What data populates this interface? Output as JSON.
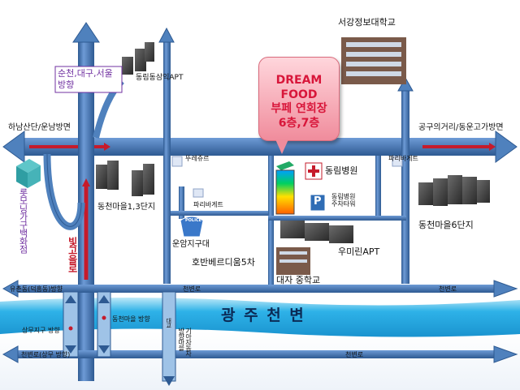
{
  "colors": {
    "road": "#4f81bd",
    "road_edge": "#2e5a92",
    "river": "#1ea6e3",
    "callout_text": "#d8163a",
    "department_store_label": "#7030a0",
    "red_line": "#c61b2b"
  },
  "callout": {
    "line1": "DREAM FOOD",
    "line2": "부페 연회장",
    "line3": "6층,7층"
  },
  "directions": {
    "north": "순천,대구,서울\n방향",
    "west": "하남산단/운남방면",
    "east": "공구의거리/동운고가방면"
  },
  "landmarks": {
    "sogang": "서강정보대학교",
    "dongnim_apt": "동림동삼익APT",
    "dongcheon13": "동천마을1,3단지",
    "dongcheon6": "동천마을6단지",
    "dongnim_hospital": "동림병원",
    "parking_tower": "동림병원\n주차타워",
    "paris_baguette_top": "파리바게트",
    "twojour": "뚜레쥬르",
    "paris_baguette_left": "파리바게트",
    "unam_police": "운암지구대",
    "hoban": "호반베르디움5차",
    "umirin": "우미린APT",
    "daeja": "대자 중학교",
    "department_store": "롯모닝가구백화점",
    "bitgoeul_road": "빛고을로",
    "police_badge": "POLICE",
    "parking_p": "P"
  },
  "roads": {
    "upper_left": "유촌동(덕흥동)방향",
    "upper_mid": "천변로",
    "upper_right": "천변로",
    "lower_left": "천변로(상무 방향)",
    "lower_right": "천변로",
    "sangmu": "상무지구 방향",
    "dongcheon_dir": "동천마을 방향",
    "bridge_label": "대교",
    "gwangju_dir": "기아자동차\n방향마을"
  },
  "river": {
    "name": "광 주 천 변"
  },
  "icons": {
    "hospital": "hospital-cross-icon",
    "parking": "parking-icon",
    "police": "police-badge-icon"
  }
}
